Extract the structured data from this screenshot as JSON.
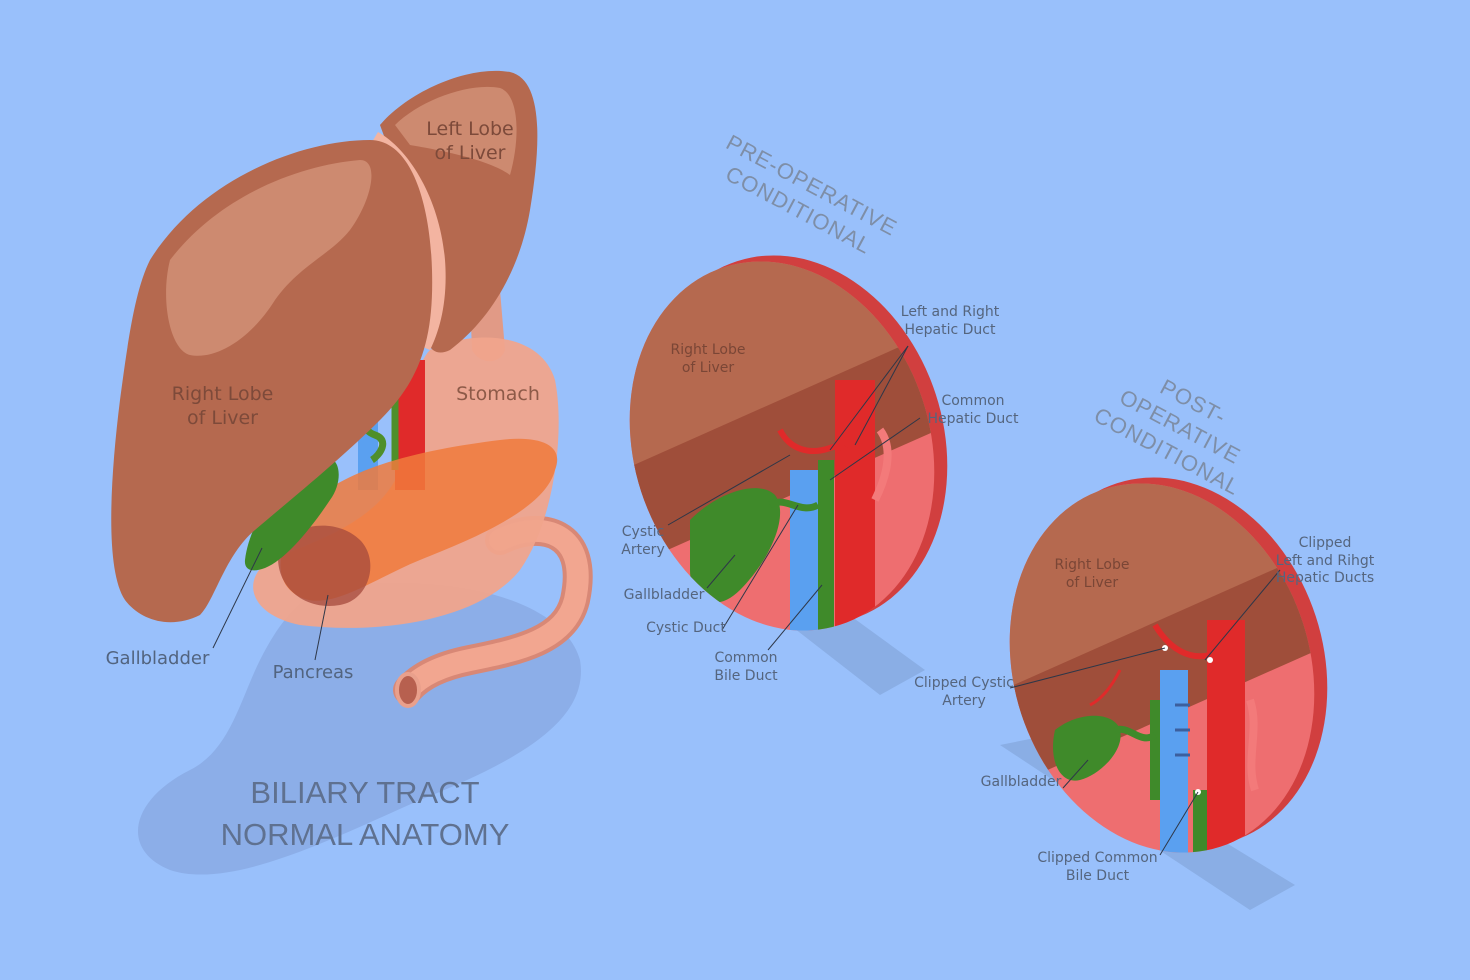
{
  "title": {
    "line1": "BILIARY TRACT",
    "line2": "NORMAL ANATOMY"
  },
  "main": {
    "left_lobe": "Left Lobe\nof Liver",
    "right_lobe": "Right Lobe\nof Liver",
    "stomach": "Stomach",
    "gallbladder": "Gallbladder",
    "pancreas": "Pancreas"
  },
  "pre_operative": {
    "heading": "PRE-OPERATIVE\nCONDITIONAL",
    "right_lobe": "Right Lobe\nof Liver",
    "hepatic_ducts": "Left and Right\nHepatic Duct",
    "common_hepatic": "Common\nHepatic Duct",
    "cystic_artery": "Cystic\nArtery",
    "gallbladder": "Gallbladder",
    "cystic_duct": "Cystic Duct",
    "common_bile": "Common\nBile Duct"
  },
  "post_operative": {
    "heading": "POST-OPERATIVE\nCONDITIONAL",
    "right_lobe": "Right Lobe\nof Liver",
    "clipped_hepatic": "Clipped\nLeft and Rihgt\nHepatic Ducts",
    "clipped_cystic_artery": "Clipped Cystic\nArtery",
    "gallbladder": "Gallbladder",
    "clipped_common_bile": "Clipped Common\nBile Duct"
  },
  "colors": {
    "background": "#99c0fb",
    "liver": "#b5694f",
    "stomach": "#f0a48c",
    "pancreas": "#f07a3c",
    "gallbladder": "#3f8a2a",
    "artery": "#e02a2a",
    "vein": "#5aa0f0"
  }
}
